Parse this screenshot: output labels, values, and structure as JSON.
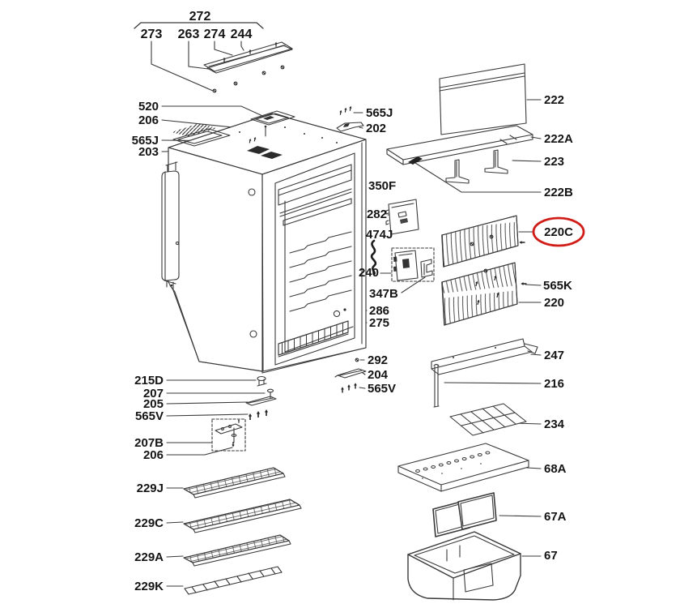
{
  "diagram": {
    "type": "exploded-parts-diagram",
    "subject": "refrigerator-parts-schematic",
    "background": "#ffffff",
    "line_color": "#3a3a3a",
    "highlighted_part": "220C",
    "highlight_color": "#d01d17",
    "labels": {
      "272": "272",
      "273": "273",
      "263": "263",
      "274": "274",
      "244": "244",
      "520": "520",
      "206": "206",
      "565J": "565J",
      "203": "203",
      "202": "202",
      "350F": "350F",
      "282": "282",
      "474J": "474J",
      "240": "240",
      "347B": "347B",
      "286": "286",
      "275": "275",
      "292": "292",
      "204": "204",
      "565V": "565V",
      "215D": "215D",
      "207": "207",
      "205": "205",
      "207B": "207B",
      "229J": "229J",
      "229C": "229C",
      "229A": "229A",
      "229K": "229K",
      "222": "222",
      "222A": "222A",
      "223": "223",
      "222B": "222B",
      "220C": "220C",
      "565K": "565K",
      "220": "220",
      "247": "247",
      "216": "216",
      "234": "234",
      "68A": "68A",
      "67A": "67A",
      "67": "67"
    }
  }
}
